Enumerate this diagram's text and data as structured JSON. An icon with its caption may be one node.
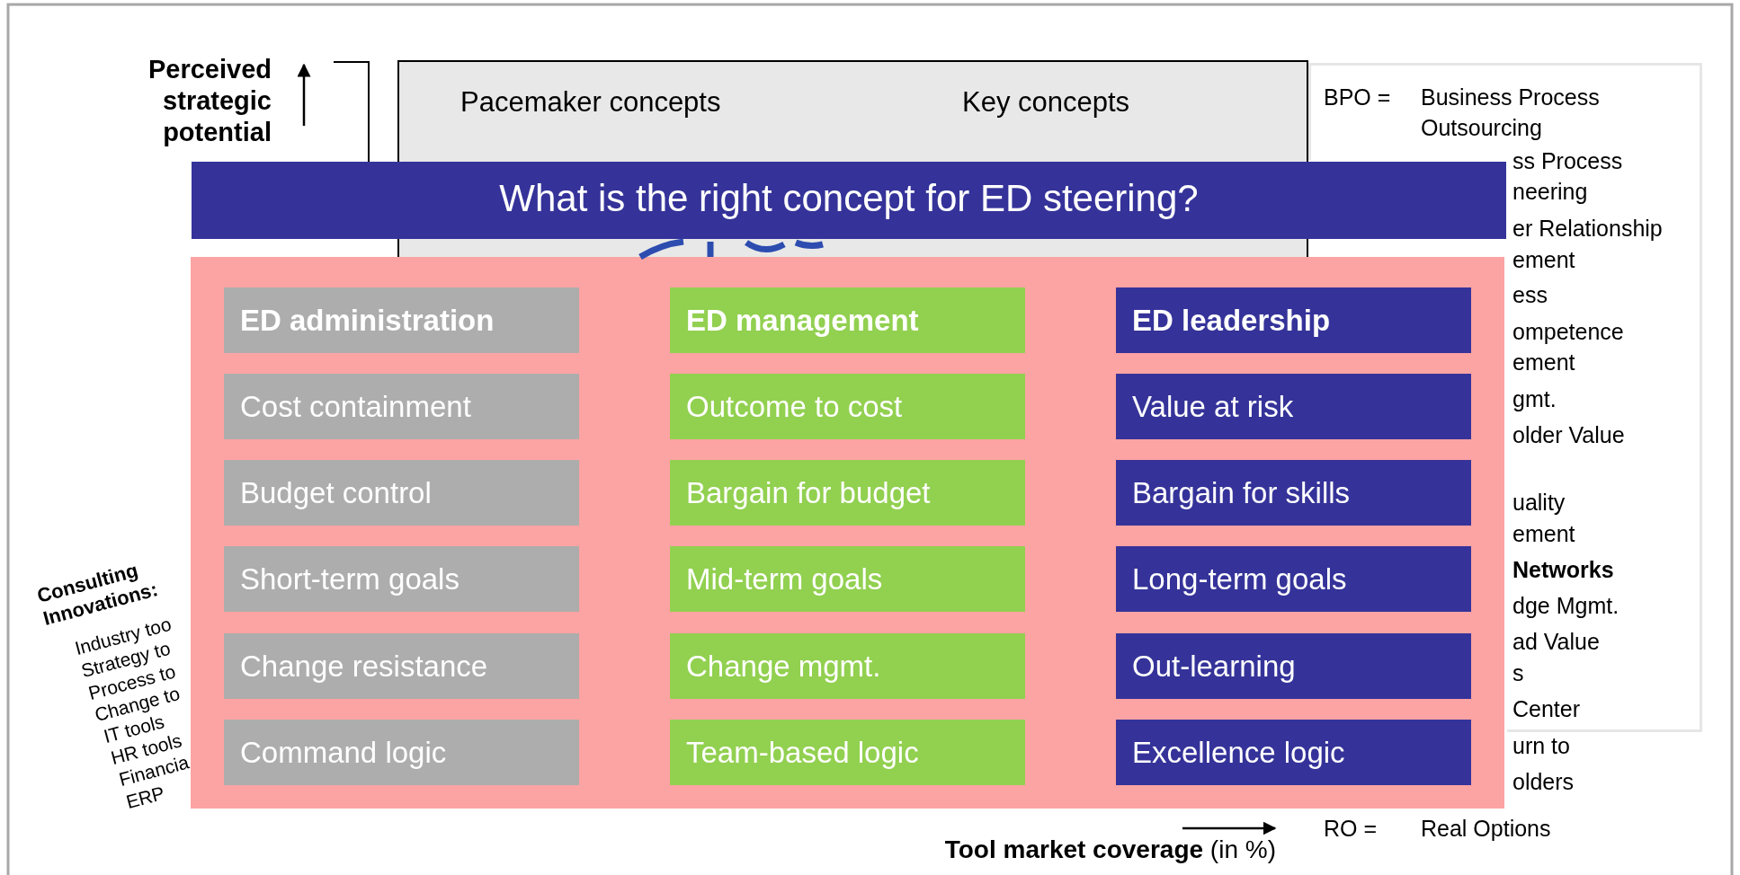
{
  "diagram": {
    "nodes": [
      {
        "text": [
          "Pacemaker concepts",
          "Key concepts"
        ]
      },
      {
        "text": [
          "BPO =",
          "Business Process Outsourcing"
        ]
      },
      {
        "text": [
          "What is the right concept for ED steering?"
        ]
      },
      {
        "text": [],
        "shape": "box"
      },
      {
        "text": [
          "ED administration"
        ],
        "in": 3
      },
      {
        "text": [
          "ED management"
        ],
        "in": 3
      },
      {
        "text": [
          "ED leadership"
        ],
        "in": 3
      },
      {
        "text": [
          "Cost containment"
        ],
        "in": 3
      },
      {
        "text": [
          "Outcome to cost"
        ],
        "in": 3
      },
      {
        "text": [
          "Value at risk"
        ],
        "in": 3
      },
      {
        "text": [
          "Budget control"
        ],
        "in": 3
      },
      {
        "text": [
          "Bargain for budget"
        ],
        "in": 3
      },
      {
        "text": [
          "Bargain for skills"
        ],
        "in": 3
      },
      {
        "text": [
          "Short-term goals"
        ],
        "in": 3
      },
      {
        "text": [
          "Mid-term goals"
        ],
        "in": 3
      },
      {
        "text": [
          "Long-term goals"
        ],
        "in": 3
      },
      {
        "text": [
          "Change resistance"
        ],
        "in": 3
      },
      {
        "text": [
          "Change mgmt."
        ],
        "in": 3
      },
      {
        "text": [
          "Out-learning"
        ],
        "in": 3
      },
      {
        "text": [
          "Command logic"
        ],
        "in": 3
      },
      {
        "text": [
          "Team-based logic"
        ],
        "in": 3
      },
      {
        "text": [
          "Excellence logic"
        ],
        "in": 3
      }
    ],
    "labels": [
      "Perceived strategic potential",
      "Consulting Innovations:",
      "Industry too",
      "Strategy to",
      "Process to",
      "Change to",
      "IT tools",
      "HR tools",
      "Financia",
      "ERP",
      "ss Process",
      "neering",
      "er Relationship",
      "ement",
      "ess",
      "ompetence",
      "ement",
      "gmt.",
      "older Value",
      "uality",
      "ement",
      "Networks",
      "dge Mgmt.",
      "ad Value",
      "s",
      "Center",
      "urn to",
      "olders",
      "RO =",
      "Real Options",
      "**Tool market coverage** (in %)"
    ]
  }
}
